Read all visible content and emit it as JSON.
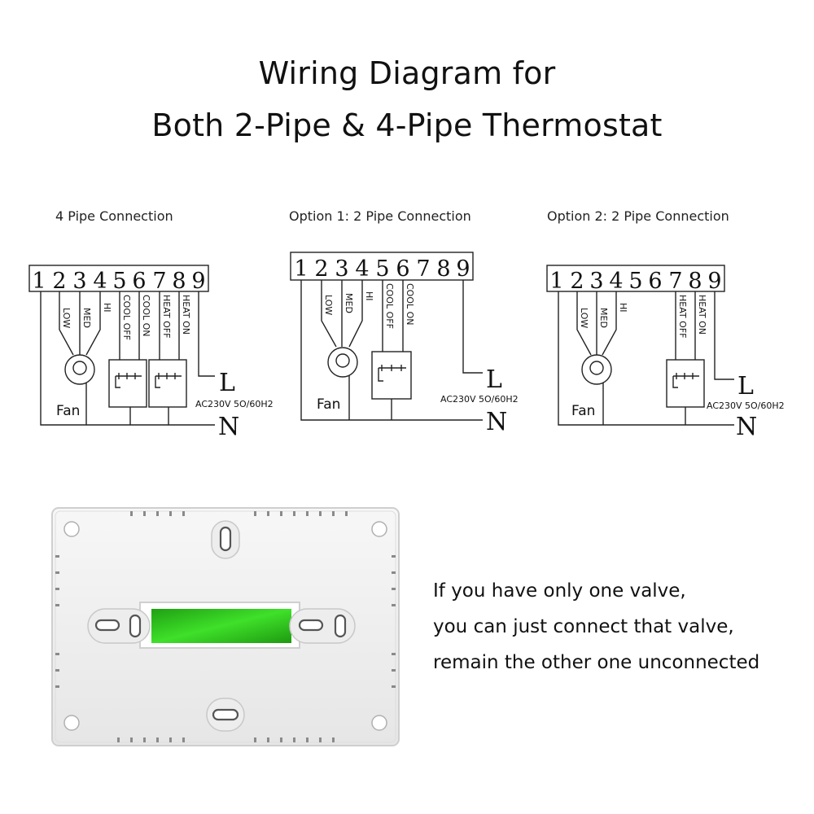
{
  "title": {
    "line1": "Wiring Diagram for",
    "line2": "Both 2-Pipe & 4-Pipe Thermostat"
  },
  "diagrams": [
    {
      "title": "4 Pipe Connection",
      "terminals": [
        "1",
        "2",
        "3",
        "4",
        "5",
        "6",
        "7",
        "8",
        "9"
      ],
      "wire_labels": [
        "LOW",
        "MED",
        "HI",
        "COOL OFF",
        "COOL ON",
        "HEAT OFF",
        "HEAT ON"
      ],
      "fan_label": "Fan",
      "line_label": "L",
      "neutral_label": "N",
      "supply_label": "AC230V 5O/60H2"
    },
    {
      "title": "Option 1: 2 Pipe Connection",
      "terminals": [
        "1",
        "2",
        "3",
        "4",
        "5",
        "6",
        "7",
        "8",
        "9"
      ],
      "wire_labels": [
        "LOW",
        "MED",
        "HI",
        "COOL OFF",
        "COOL ON"
      ],
      "fan_label": "Fan",
      "line_label": "L",
      "neutral_label": "N",
      "supply_label": "AC230V 5O/60H2"
    },
    {
      "title": "Option 2: 2 Pipe Connection",
      "terminals": [
        "1",
        "2",
        "3",
        "4",
        "5",
        "6",
        "7",
        "8",
        "9"
      ],
      "wire_labels": [
        "LOW",
        "MED",
        "HI",
        "HEAT OFF",
        "HEAT ON"
      ],
      "fan_label": "Fan",
      "line_label": "L",
      "neutral_label": "N",
      "supply_label": "AC230V 5O/60H2"
    }
  ],
  "note": {
    "line1": "If you have only one valve,",
    "line2": "you can just connect that valve,",
    "line3": "remain the other one unconnected"
  },
  "colors": {
    "display_green": "#2ecc1e",
    "plate": "#f2f2f2"
  }
}
